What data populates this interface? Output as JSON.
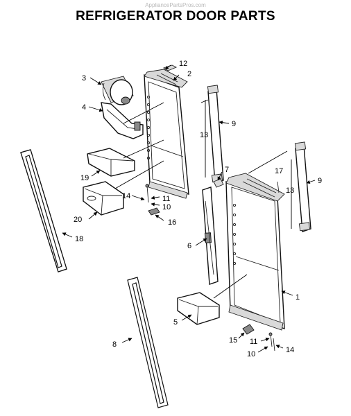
{
  "header": {
    "watermark": "AppliancePartsPros.com",
    "title": "REFRIGERATOR DOOR PARTS"
  },
  "callouts": {
    "c1": "1",
    "c2": "2",
    "c3": "3",
    "c4": "4",
    "c5": "5",
    "c6": "6",
    "c7": "7",
    "c8": "8",
    "c9_left": "9",
    "c9_right": "9",
    "c10_upper": "10",
    "c10_lower": "10",
    "c11_upper": "11",
    "c11_lower": "11",
    "c12": "12",
    "c13_left": "13",
    "c13_right": "13",
    "c14_upper": "14",
    "c14_lower": "14",
    "c15": "15",
    "c16": "16",
    "c17": "17",
    "c18": "18",
    "c19": "19",
    "c20": "20"
  },
  "colors": {
    "line": "#111111",
    "shade": "#d9d9d9",
    "background": "#ffffff"
  }
}
